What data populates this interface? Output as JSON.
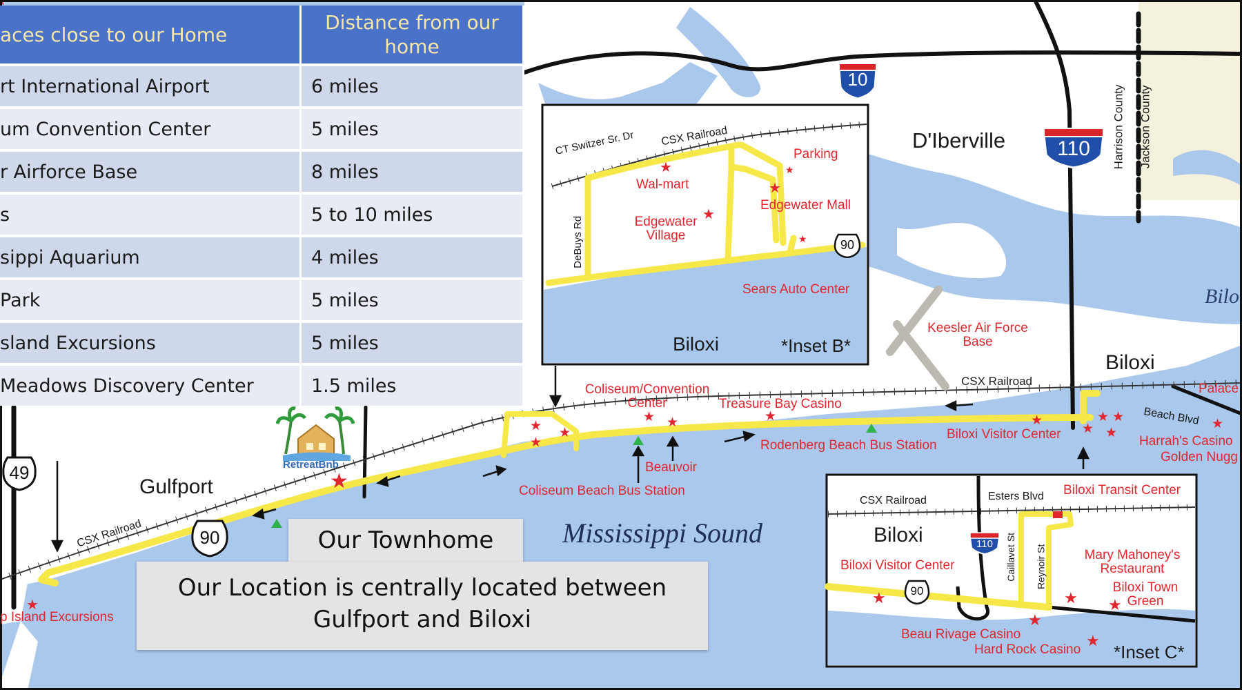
{
  "table": {
    "headers": [
      "aces close to our Home",
      "Distance from our home"
    ],
    "rows": [
      {
        "place": "rt International Airport",
        "distance": "6 miles"
      },
      {
        "place": "um Convention Center",
        "distance": "5 miles"
      },
      {
        "place": "r Airforce Base",
        "distance": "8 miles"
      },
      {
        "place": "s",
        "distance": "5 to 10 miles"
      },
      {
        "place": "sippi Aquarium",
        "distance": "4 miles"
      },
      {
        "place": "Park",
        "distance": "5 miles"
      },
      {
        "place": "sland Excursions",
        "distance": "5 miles"
      },
      {
        "place": "Meadows Discovery Center",
        "distance": "1.5 miles"
      }
    ]
  },
  "callouts": {
    "townhome": "Our Townhome",
    "location_line1": "Our Location is centrally located between",
    "location_line2": "Gulfport and Biloxi"
  },
  "map_labels": {
    "gulfport": "Gulfport",
    "dIberville": "D'Iberville",
    "biloxi_main": "Biloxi",
    "biloxi_edge": "Bilo",
    "mississippi_sound": "Mississippi Sound",
    "harrison_county": "Harrison County",
    "jackson_county": "Jackson County",
    "csx_main": "CSX Railroad",
    "csx_gulfport": "CSX Railroad",
    "beach_blvd": "Beach Blvd",
    "keesler": "Keesler Air Force Base",
    "coliseum": "Coliseum/Convention Center",
    "treasure_bay": "Treasure Bay Casino",
    "rodenberg": "Rodenberg Beach Bus Station",
    "biloxi_visitor": "Biloxi Visitor Center",
    "palace": "Palace",
    "harrahs": "Harrah's Casino",
    "golden_nugget": "Golden Nugg",
    "beauvoir": "Beauvoir",
    "coliseum_bus": "Coliseum Beach Bus Station",
    "ship_island": "p Island Excursions",
    "logo_text": "RetreatBnb"
  },
  "shields": {
    "i10": "10",
    "i110": "110",
    "us90": "90",
    "us49": "49"
  },
  "inset_b": {
    "city": "Biloxi",
    "caption": "*Inset B*",
    "ct_switzer": "CT Switzer Sr. Dr",
    "csx": "CSX Railroad",
    "debuys": "DeBuys Rd",
    "walmart": "Wal-mart",
    "edgewater_village": "Edgewater Village",
    "parking": "Parking",
    "edgewater_mall": "Edgewater Mall",
    "sears": "Sears Auto Center",
    "shield90": "90"
  },
  "inset_c": {
    "city": "Biloxi",
    "caption": "*Inset C*",
    "csx": "CSX Railroad",
    "esters": "Esters Blvd",
    "transit": "Biloxi Transit Center",
    "visitor": "Biloxi Visitor Center",
    "caillavet": "Caillavet St",
    "reynoir": "Reynoir St",
    "mary": "Mary Mahoney's Restaurant",
    "town_green": "Biloxi Town Green",
    "beau_rivage": "Beau Rivage Casino",
    "hard_rock": "Hard Rock Casino",
    "shield110": "110",
    "shield90": "90"
  },
  "colors": {
    "water": "#a9c8ec",
    "land": "#ffffff",
    "route": "#f7e84a",
    "marker_red": "#e0262f",
    "table_header": "#4a72c8",
    "interstate_blue": "#1f4fa8"
  }
}
